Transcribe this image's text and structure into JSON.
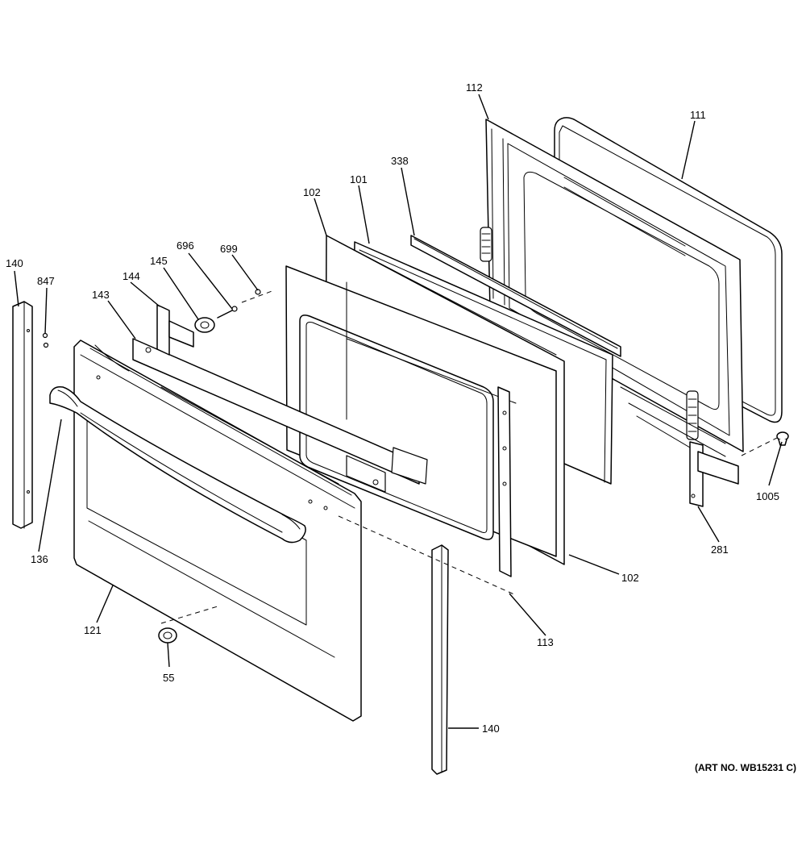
{
  "callouts": {
    "c112": "112",
    "c111": "111",
    "c338": "338",
    "c102a": "102",
    "c101": "101",
    "c140a": "140",
    "c847": "847",
    "c696": "696",
    "c699": "699",
    "c145": "145",
    "c144": "144",
    "c143": "143",
    "c1005": "1005",
    "c281": "281",
    "c102b": "102",
    "c136": "136",
    "c113": "113",
    "c121": "121",
    "c55": "55",
    "c140b": "140"
  },
  "art_number": "(ART NO. WB15231 C)"
}
